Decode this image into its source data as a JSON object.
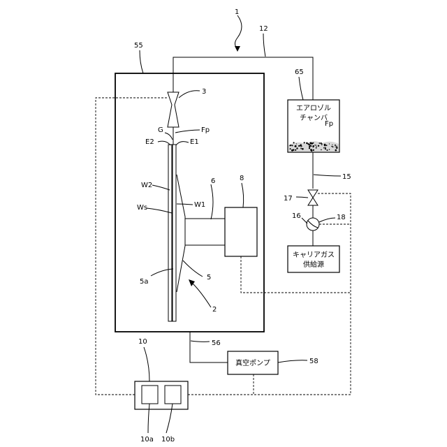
{
  "labels": {
    "n1": "1",
    "n12": "12",
    "n55": "55",
    "n3": "3",
    "G": "G",
    "Fp_nozzle": "Fp",
    "E2": "E2",
    "E1": "E1",
    "W2": "W2",
    "n6": "6",
    "n8": "8",
    "Ws": "Ws",
    "W1": "W1",
    "n5a": "5a",
    "n5": "5",
    "n2": "2",
    "n56": "56",
    "n58": "58",
    "n10": "10",
    "n10a": "10a",
    "n10b": "10b",
    "n65": "65",
    "Fp_chamber": "Fp",
    "n15": "15",
    "n17": "17",
    "n16": "16",
    "n18": "18"
  },
  "aerosol_chamber": {
    "line1": "エアロゾル",
    "line2": "チャンバ"
  },
  "carrier_gas": {
    "line1": "キャリアガス",
    "line2": "供給源"
  },
  "vacuum_pump": {
    "label": "真空ポンプ"
  }
}
